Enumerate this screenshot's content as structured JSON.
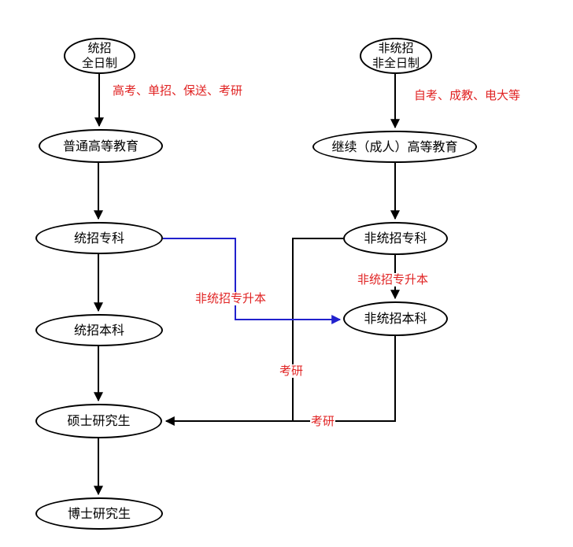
{
  "diagram": {
    "title": "education-pathway-flowchart",
    "colors": {
      "background": "#ffffff",
      "node_border": "#000000",
      "node_fill": "#ffffff",
      "edge": "#000000",
      "highlight_edge": "#2121cd",
      "edge_label": "#e02222"
    },
    "nodes": [
      {
        "id": "tongzhao-fulltime",
        "label": "统招\n全日制"
      },
      {
        "id": "non-tongzhao-parttime",
        "label": "非统招\n非全日制"
      },
      {
        "id": "regular-higher-education",
        "label": "普通高等教育"
      },
      {
        "id": "continuing-adult-higher-education",
        "label": "继续（成人）高等教育"
      },
      {
        "id": "tongzhao-zhuanke",
        "label": "统招专科"
      },
      {
        "id": "non-tongzhao-zhuanke",
        "label": "非统招专科"
      },
      {
        "id": "tongzhao-benke",
        "label": "统招本科"
      },
      {
        "id": "non-tongzhao-benke",
        "label": "非统招本科"
      },
      {
        "id": "masters-student",
        "label": "硕士研究生"
      },
      {
        "id": "doctoral-student",
        "label": "博士研究生"
      }
    ],
    "edge_labels": [
      {
        "id": "gaokao-paths",
        "text": "高考、单招、保送、考研"
      },
      {
        "id": "self-study-paths",
        "text": "自考、成教、电大等"
      },
      {
        "id": "zhuanshengben-left",
        "text": "非统招专升本"
      },
      {
        "id": "zhuanshengben-right",
        "text": "非统招专升本"
      },
      {
        "id": "kaoyan-middle",
        "text": "考研"
      },
      {
        "id": "kaoyan-bottom",
        "text": "考研"
      }
    ]
  }
}
